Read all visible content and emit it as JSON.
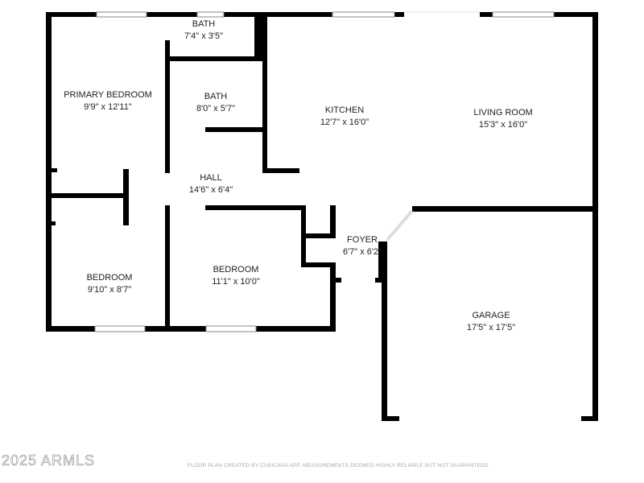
{
  "rooms": [
    {
      "name": "PRIMARY BEDROOM",
      "size": "9'9\" x 12'11\""
    },
    {
      "name": "BATH",
      "size": "7'4\" x 3'5\""
    },
    {
      "name": "BATH",
      "size": "8'0\" x 5'7\""
    },
    {
      "name": "KITCHEN",
      "size": "12'7\" x 16'0\""
    },
    {
      "name": "LIVING ROOM",
      "size": "15'3\" x 16'0\""
    },
    {
      "name": "HALL",
      "size": "14'6\" x 6'4\""
    },
    {
      "name": "FOYER",
      "size": "6'7\" x 6'2\""
    },
    {
      "name": "BEDROOM",
      "size": "9'10\" x 8'7\""
    },
    {
      "name": "BEDROOM",
      "size": "11'1\" x 10'0\""
    },
    {
      "name": "GARAGE",
      "size": "17'5\" x 17'5\""
    }
  ],
  "watermark": "2025 ARMLS",
  "disclaimer": "FLOOR PLAN CREATED BY CUBICASA APP. MEASUREMENTS DEEMED HIGHLY RELIABLE BUT NOT GUARANTEED.",
  "colors": {
    "wall": "#000000",
    "window": "#cfcfcf"
  }
}
